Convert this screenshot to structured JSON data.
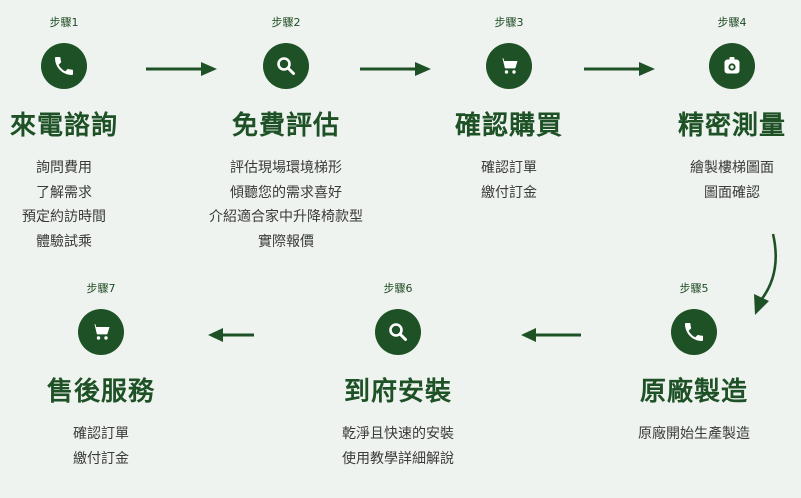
{
  "steps": [
    {
      "label": "步驟1",
      "title": "來電諮詢",
      "icon": "phone-icon",
      "lines": [
        "詢問費用",
        "了解需求",
        "預定約訪時間",
        "體驗試乘"
      ]
    },
    {
      "label": "步驟2",
      "title": "免費評估",
      "icon": "search-icon",
      "lines": [
        "評估現場環境梯形",
        "傾聽您的需求喜好",
        "介紹適合家中升降椅款型",
        "實際報價"
      ]
    },
    {
      "label": "步驟3",
      "title": "確認購買",
      "icon": "cart-icon",
      "lines": [
        "確認訂單",
        "繳付訂金"
      ]
    },
    {
      "label": "步驟4",
      "title": "精密測量",
      "icon": "measure-icon",
      "lines": [
        "繪製樓梯圖面",
        "圖面確認"
      ]
    },
    {
      "label": "步驟5",
      "title": "原廠製造",
      "icon": "phone-icon",
      "lines": [
        "原廠開始生產製造"
      ]
    },
    {
      "label": "步驟6",
      "title": "到府安裝",
      "icon": "search-icon",
      "lines": [
        "乾淨且快速的安裝",
        "使用教學詳細解說"
      ]
    },
    {
      "label": "步驟7",
      "title": "售後服務",
      "icon": "cart-icon",
      "lines": [
        "確認訂單",
        "繳付訂金"
      ]
    }
  ],
  "colors": {
    "accent": "#1e5226",
    "background": "#eff3ef",
    "text": "#3a3a3a"
  }
}
